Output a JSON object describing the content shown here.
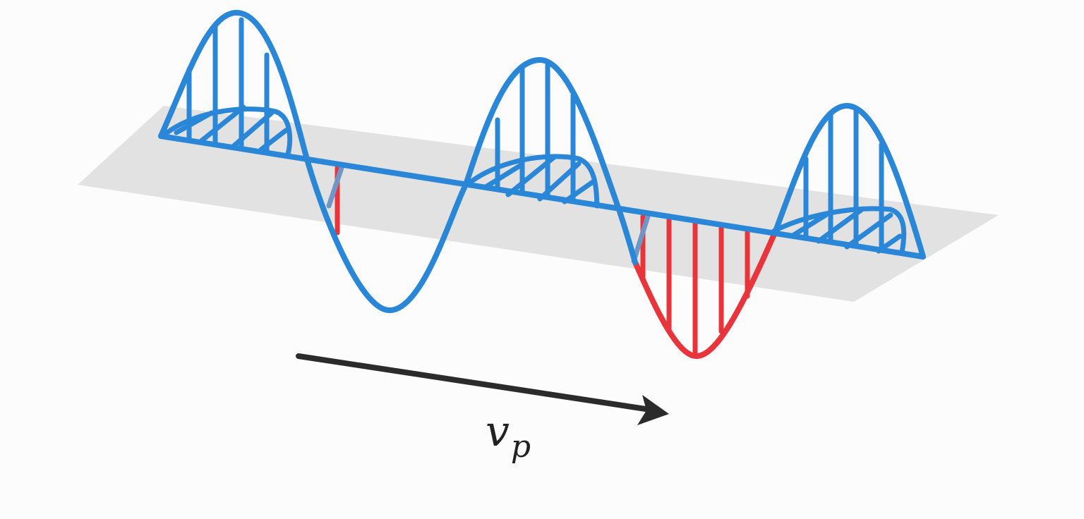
{
  "diagram": {
    "title": "Propagating wave with velocity v_p",
    "label": {
      "main": "v",
      "subscript": "p"
    },
    "colors": {
      "background": "#fcfcfc",
      "plane": "#e2e2e2",
      "wave_positive": "#2a86d6",
      "wave_negative_highlight": "#e8353b",
      "arrow": "#2b2b2b"
    },
    "elements": [
      "gray reference plane",
      "blue sinusoidal wave with vertical hatching",
      "blue half-ellipse lobes lying in the plane (perpendicular field component)",
      "red highlighted negative half-cycle",
      "black propagation arrow"
    ]
  }
}
